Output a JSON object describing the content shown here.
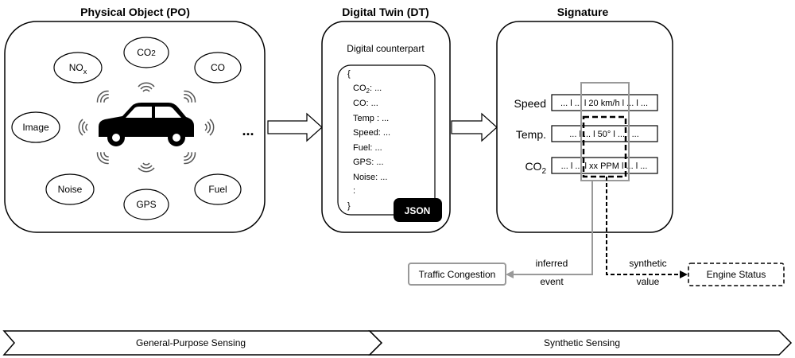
{
  "titles": {
    "po": "Physical Object (PO)",
    "dt": "Digital Twin (DT)",
    "sig": "Signature"
  },
  "po": {
    "nox": {
      "main": "NO",
      "sub": "x"
    },
    "co2": {
      "main": "CO",
      "sub": "2"
    },
    "co": "CO",
    "image": "Image",
    "noise": "Noise",
    "gps": "GPS",
    "fuel": "Fuel",
    "ellipsis": "..."
  },
  "dt": {
    "counterpart": "Digital counterpart",
    "open_brace": "{",
    "fields": {
      "co2_main": "CO",
      "co2_sub": "2",
      "co2_rest": ": ...",
      "co": "CO: ...",
      "temp": "Temp : ...",
      "speed": "Speed: ...",
      "fuel": "Fuel: ...",
      "gps": "GPS: ...",
      "noise": "Noise: ...",
      "colon": ":"
    },
    "close_brace": "}",
    "json_badge": "JSON"
  },
  "signature": {
    "rows": [
      {
        "label": "Speed",
        "value": "... l ... l 20 km/h l ... l ..."
      },
      {
        "label": "Temp.",
        "value": "... l ... l 50° l ... l ..."
      },
      {
        "label_main": "CO",
        "label_sub": "2",
        "value": "... l ... l xx PPM l ... l ..."
      }
    ]
  },
  "outputs": {
    "inferred_line1": "inferred",
    "inferred_line2": "event",
    "synthetic_line1": "synthetic",
    "synthetic_line2": "value",
    "traffic": "Traffic Congestion",
    "engine": "Engine Status"
  },
  "bottom": {
    "general": "General-Purpose Sensing",
    "synthetic": "Synthetic Sensing"
  }
}
